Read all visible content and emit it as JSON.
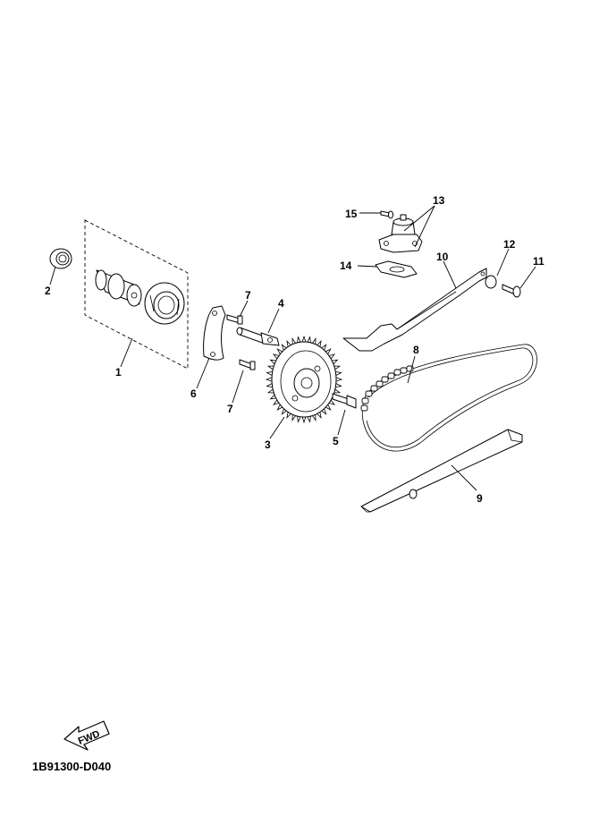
{
  "diagram": {
    "drawing_code": "1B91300-D040",
    "fwd_label": "FWD",
    "callouts": [
      {
        "id": "1",
        "label": "1"
      },
      {
        "id": "2",
        "label": "2"
      },
      {
        "id": "3",
        "label": "3"
      },
      {
        "id": "4",
        "label": "4"
      },
      {
        "id": "5",
        "label": "5"
      },
      {
        "id": "6",
        "label": "6"
      },
      {
        "id": "7a",
        "label": "7"
      },
      {
        "id": "7b",
        "label": "7"
      },
      {
        "id": "8",
        "label": "8"
      },
      {
        "id": "9",
        "label": "9"
      },
      {
        "id": "10",
        "label": "10"
      },
      {
        "id": "11",
        "label": "11"
      },
      {
        "id": "12",
        "label": "12"
      },
      {
        "id": "13",
        "label": "13"
      },
      {
        "id": "14",
        "label": "14"
      },
      {
        "id": "15",
        "label": "15"
      }
    ]
  }
}
